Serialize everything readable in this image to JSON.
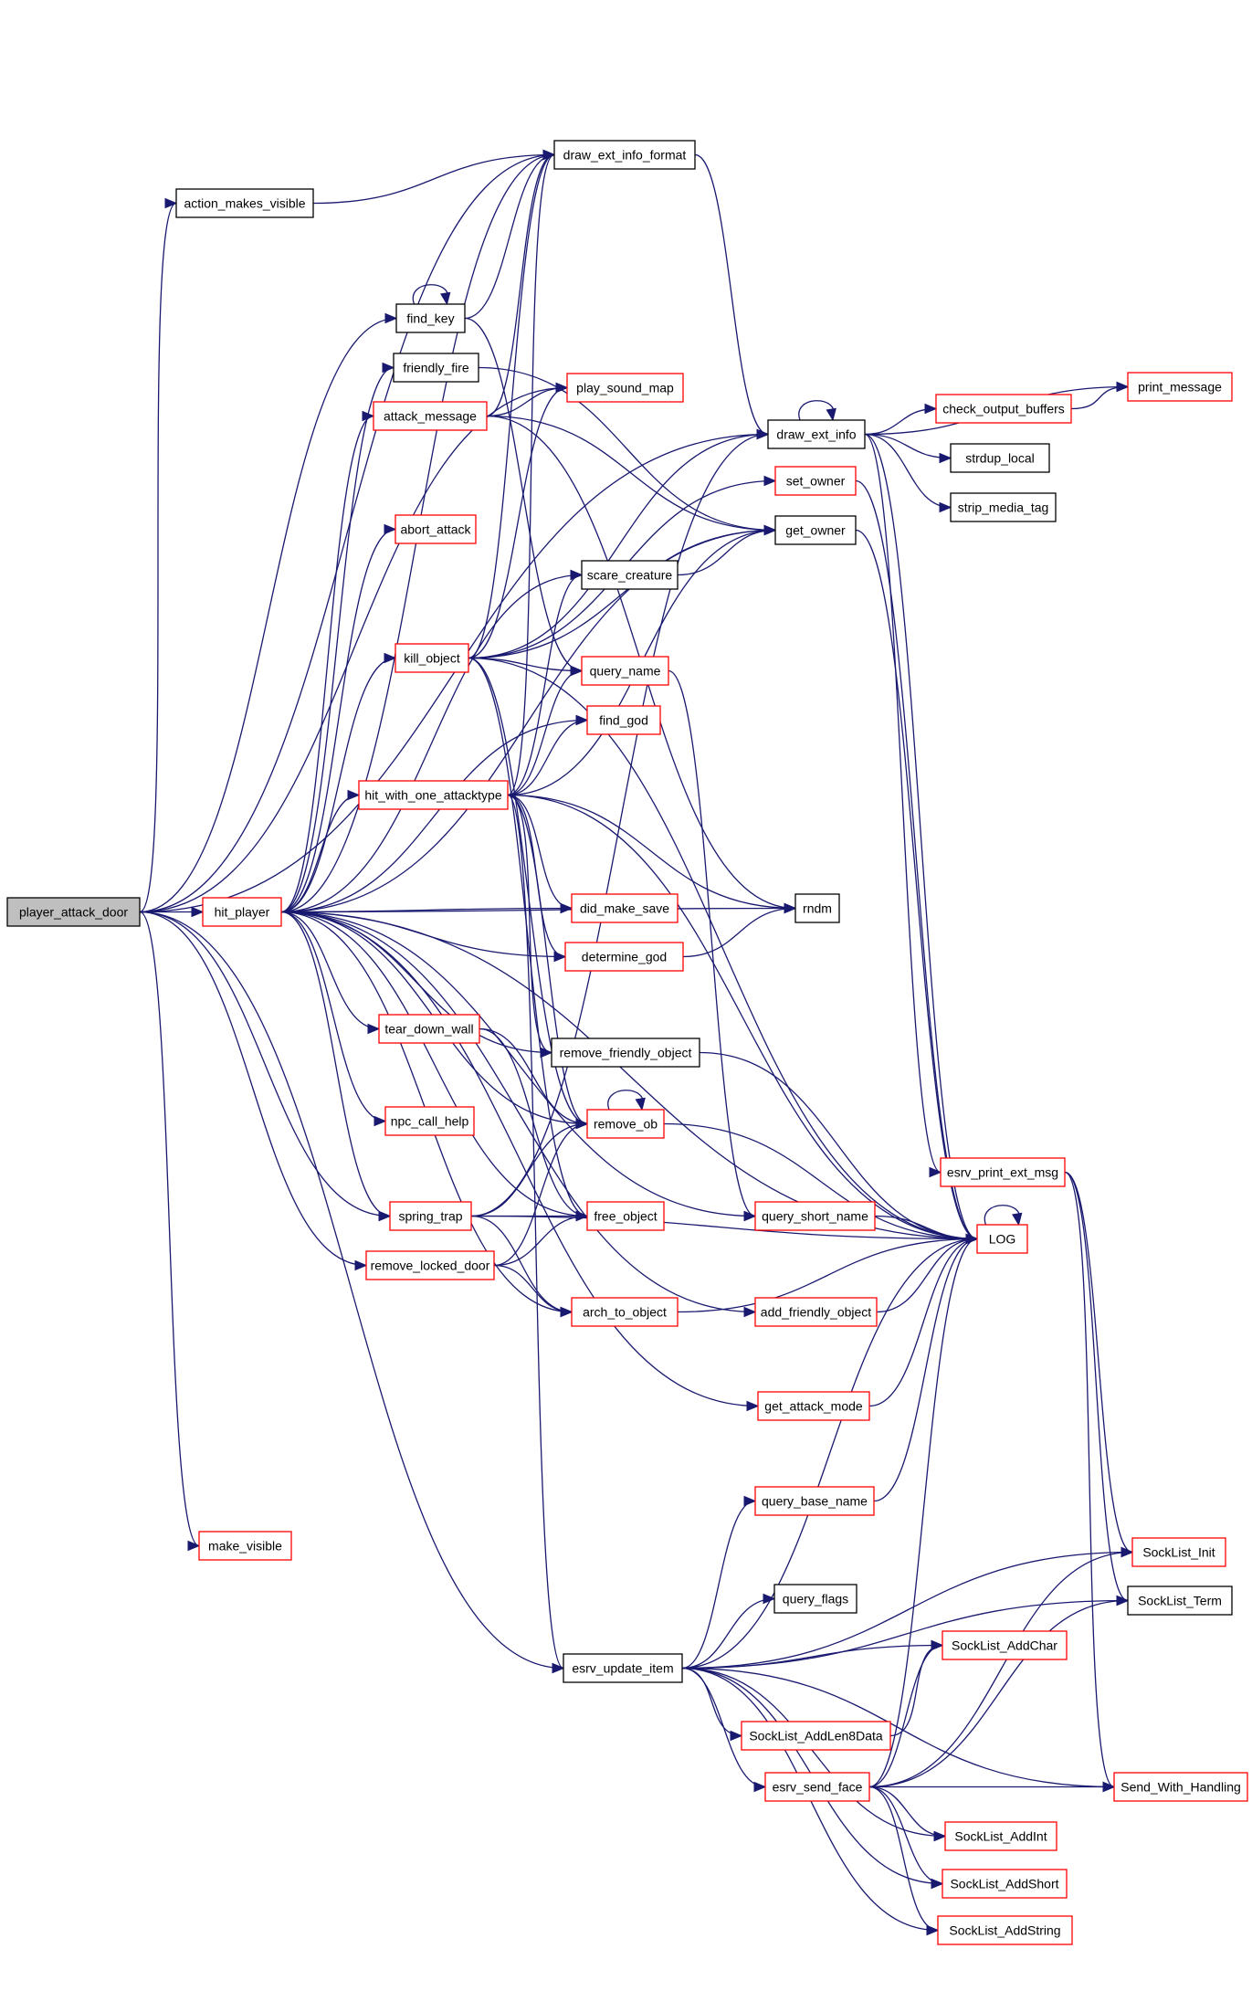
{
  "nodes": [
    {
      "id": "player_attack_door",
      "label": "player_attack_door",
      "style": "root"
    },
    {
      "id": "action_makes_visible",
      "label": "action_makes_visible",
      "style": "black"
    },
    {
      "id": "draw_ext_info_format",
      "label": "draw_ext_info_format",
      "style": "black"
    },
    {
      "id": "find_key",
      "label": "find_key",
      "style": "black"
    },
    {
      "id": "friendly_fire",
      "label": "friendly_fire",
      "style": "black"
    },
    {
      "id": "attack_message",
      "label": "attack_message",
      "style": "red"
    },
    {
      "id": "play_sound_map",
      "label": "play_sound_map",
      "style": "red"
    },
    {
      "id": "draw_ext_info",
      "label": "draw_ext_info",
      "style": "black"
    },
    {
      "id": "check_output_buffers",
      "label": "check_output_buffers",
      "style": "red"
    },
    {
      "id": "print_message",
      "label": "print_message",
      "style": "red"
    },
    {
      "id": "strdup_local",
      "label": "strdup_local",
      "style": "black"
    },
    {
      "id": "strip_media_tag",
      "label": "strip_media_tag",
      "style": "black"
    },
    {
      "id": "set_owner",
      "label": "set_owner",
      "style": "red"
    },
    {
      "id": "get_owner",
      "label": "get_owner",
      "style": "black"
    },
    {
      "id": "abort_attack",
      "label": "abort_attack",
      "style": "red"
    },
    {
      "id": "scare_creature",
      "label": "scare_creature",
      "style": "black"
    },
    {
      "id": "kill_object",
      "label": "kill_object",
      "style": "red"
    },
    {
      "id": "query_name",
      "label": "query_name",
      "style": "red"
    },
    {
      "id": "find_god",
      "label": "find_god",
      "style": "red"
    },
    {
      "id": "hit_with_one_attacktype",
      "label": "hit_with_one_attacktype",
      "style": "red"
    },
    {
      "id": "hit_player",
      "label": "hit_player",
      "style": "red"
    },
    {
      "id": "did_make_save",
      "label": "did_make_save",
      "style": "red"
    },
    {
      "id": "rndm",
      "label": "rndm",
      "style": "black"
    },
    {
      "id": "determine_god",
      "label": "determine_god",
      "style": "red"
    },
    {
      "id": "tear_down_wall",
      "label": "tear_down_wall",
      "style": "red"
    },
    {
      "id": "remove_friendly_object",
      "label": "remove_friendly_object",
      "style": "black"
    },
    {
      "id": "npc_call_help",
      "label": "npc_call_help",
      "style": "red"
    },
    {
      "id": "remove_ob",
      "label": "remove_ob",
      "style": "red"
    },
    {
      "id": "esrv_print_ext_msg",
      "label": "esrv_print_ext_msg",
      "style": "red"
    },
    {
      "id": "spring_trap",
      "label": "spring_trap",
      "style": "red"
    },
    {
      "id": "free_object",
      "label": "free_object",
      "style": "red"
    },
    {
      "id": "query_short_name",
      "label": "query_short_name",
      "style": "red"
    },
    {
      "id": "LOG",
      "label": "LOG",
      "style": "red"
    },
    {
      "id": "remove_locked_door",
      "label": "remove_locked_door",
      "style": "red"
    },
    {
      "id": "arch_to_object",
      "label": "arch_to_object",
      "style": "red"
    },
    {
      "id": "add_friendly_object",
      "label": "add_friendly_object",
      "style": "red"
    },
    {
      "id": "get_attack_mode",
      "label": "get_attack_mode",
      "style": "red"
    },
    {
      "id": "query_base_name",
      "label": "query_base_name",
      "style": "red"
    },
    {
      "id": "make_visible",
      "label": "make_visible",
      "style": "red"
    },
    {
      "id": "SockList_Init",
      "label": "SockList_Init",
      "style": "red"
    },
    {
      "id": "query_flags",
      "label": "query_flags",
      "style": "black"
    },
    {
      "id": "SockList_Term",
      "label": "SockList_Term",
      "style": "black"
    },
    {
      "id": "esrv_update_item",
      "label": "esrv_update_item",
      "style": "black"
    },
    {
      "id": "SockList_AddChar",
      "label": "SockList_AddChar",
      "style": "red"
    },
    {
      "id": "SockList_AddLen8Data",
      "label": "SockList_AddLen8Data",
      "style": "red"
    },
    {
      "id": "esrv_send_face",
      "label": "esrv_send_face",
      "style": "red"
    },
    {
      "id": "Send_With_Handling",
      "label": "Send_With_Handling",
      "style": "red"
    },
    {
      "id": "SockList_AddInt",
      "label": "SockList_AddInt",
      "style": "red"
    },
    {
      "id": "SockList_AddShort",
      "label": "SockList_AddShort",
      "style": "red"
    },
    {
      "id": "SockList_AddString",
      "label": "SockList_AddString",
      "style": "red"
    }
  ],
  "edges": [
    [
      "player_attack_door",
      "hit_player"
    ],
    [
      "player_attack_door",
      "action_makes_visible"
    ],
    [
      "player_attack_door",
      "draw_ext_info_format"
    ],
    [
      "player_attack_door",
      "draw_ext_info"
    ],
    [
      "player_attack_door",
      "find_key"
    ],
    [
      "player_attack_door",
      "play_sound_map"
    ],
    [
      "player_attack_door",
      "spring_trap"
    ],
    [
      "player_attack_door",
      "remove_locked_door"
    ],
    [
      "player_attack_door",
      "make_visible"
    ],
    [
      "player_attack_door",
      "esrv_update_item"
    ],
    [
      "action_makes_visible",
      "draw_ext_info_format"
    ],
    [
      "find_key",
      "find_key"
    ],
    [
      "find_key",
      "draw_ext_info_format"
    ],
    [
      "find_key",
      "query_name"
    ],
    [
      "draw_ext_info_format",
      "draw_ext_info"
    ],
    [
      "draw_ext_info",
      "draw_ext_info"
    ],
    [
      "draw_ext_info",
      "check_output_buffers"
    ],
    [
      "draw_ext_info",
      "print_message"
    ],
    [
      "draw_ext_info",
      "strdup_local"
    ],
    [
      "draw_ext_info",
      "strip_media_tag"
    ],
    [
      "draw_ext_info",
      "esrv_print_ext_msg"
    ],
    [
      "draw_ext_info",
      "LOG"
    ],
    [
      "check_output_buffers",
      "print_message"
    ],
    [
      "set_owner",
      "LOG"
    ],
    [
      "get_owner",
      "LOG"
    ],
    [
      "attack_message",
      "draw_ext_info_format"
    ],
    [
      "attack_message",
      "play_sound_map"
    ],
    [
      "attack_message",
      "get_owner"
    ],
    [
      "attack_message",
      "rndm"
    ],
    [
      "friendly_fire",
      "get_owner"
    ],
    [
      "scare_creature",
      "get_owner"
    ],
    [
      "kill_object",
      "draw_ext_info_format"
    ],
    [
      "kill_object",
      "draw_ext_info"
    ],
    [
      "kill_object",
      "get_owner"
    ],
    [
      "kill_object",
      "set_owner"
    ],
    [
      "kill_object",
      "query_name"
    ],
    [
      "kill_object",
      "remove_ob"
    ],
    [
      "kill_object",
      "free_object"
    ],
    [
      "kill_object",
      "LOG"
    ],
    [
      "kill_object",
      "play_sound_map"
    ],
    [
      "query_name",
      "query_short_name"
    ],
    [
      "hit_with_one_attacktype",
      "draw_ext_info_format"
    ],
    [
      "hit_with_one_attacktype",
      "scare_creature"
    ],
    [
      "hit_with_one_attacktype",
      "query_name"
    ],
    [
      "hit_with_one_attacktype",
      "find_god"
    ],
    [
      "hit_with_one_attacktype",
      "get_owner"
    ],
    [
      "hit_with_one_attacktype",
      "did_make_save"
    ],
    [
      "hit_with_one_attacktype",
      "rndm"
    ],
    [
      "hit_with_one_attacktype",
      "determine_god"
    ],
    [
      "hit_with_one_attacktype",
      "remove_friendly_object"
    ],
    [
      "hit_with_one_attacktype",
      "remove_ob"
    ],
    [
      "hit_with_one_attacktype",
      "LOG"
    ],
    [
      "hit_with_one_attacktype",
      "esrv_update_item"
    ],
    [
      "hit_player",
      "friendly_fire"
    ],
    [
      "hit_player",
      "attack_message"
    ],
    [
      "hit_player",
      "abort_attack"
    ],
    [
      "hit_player",
      "scare_creature"
    ],
    [
      "hit_player",
      "kill_object"
    ],
    [
      "hit_player",
      "find_god"
    ],
    [
      "hit_player",
      "hit_with_one_attacktype"
    ],
    [
      "hit_player",
      "did_make_save"
    ],
    [
      "hit_player",
      "determine_god"
    ],
    [
      "hit_player",
      "rndm"
    ],
    [
      "hit_player",
      "tear_down_wall"
    ],
    [
      "hit_player",
      "npc_call_help"
    ],
    [
      "hit_player",
      "remove_ob"
    ],
    [
      "hit_player",
      "spring_trap"
    ],
    [
      "hit_player",
      "free_object"
    ],
    [
      "hit_player",
      "remove_friendly_object"
    ],
    [
      "hit_player",
      "arch_to_object"
    ],
    [
      "hit_player",
      "add_friendly_object"
    ],
    [
      "hit_player",
      "get_attack_mode"
    ],
    [
      "hit_player",
      "query_short_name"
    ],
    [
      "hit_player",
      "LOG"
    ],
    [
      "hit_player",
      "draw_ext_info_format"
    ],
    [
      "hit_player",
      "get_owner"
    ],
    [
      "determine_god",
      "rndm"
    ],
    [
      "tear_down_wall",
      "remove_ob"
    ],
    [
      "tear_down_wall",
      "free_object"
    ],
    [
      "remove_friendly_object",
      "LOG"
    ],
    [
      "remove_ob",
      "remove_ob"
    ],
    [
      "remove_ob",
      "LOG"
    ],
    [
      "spring_trap",
      "remove_ob"
    ],
    [
      "spring_trap",
      "free_object"
    ],
    [
      "spring_trap",
      "draw_ext_info"
    ],
    [
      "spring_trap",
      "arch_to_object"
    ],
    [
      "spring_trap",
      "LOG"
    ],
    [
      "remove_locked_door",
      "remove_ob"
    ],
    [
      "remove_locked_door",
      "free_object"
    ],
    [
      "remove_locked_door",
      "arch_to_object"
    ],
    [
      "query_short_name",
      "LOG"
    ],
    [
      "arch_to_object",
      "LOG"
    ],
    [
      "add_friendly_object",
      "LOG"
    ],
    [
      "get_attack_mode",
      "LOG"
    ],
    [
      "query_base_name",
      "LOG"
    ],
    [
      "LOG",
      "LOG"
    ],
    [
      "esrv_print_ext_msg",
      "SockList_Init"
    ],
    [
      "esrv_print_ext_msg",
      "SockList_Term"
    ],
    [
      "esrv_print_ext_msg",
      "Send_With_Handling"
    ],
    [
      "esrv_update_item",
      "query_base_name"
    ],
    [
      "esrv_update_item",
      "LOG"
    ],
    [
      "esrv_update_item",
      "SockList_Init"
    ],
    [
      "esrv_update_item",
      "query_flags"
    ],
    [
      "esrv_update_item",
      "SockList_Term"
    ],
    [
      "esrv_update_item",
      "SockList_AddChar"
    ],
    [
      "esrv_update_item",
      "SockList_AddLen8Data"
    ],
    [
      "esrv_update_item",
      "esrv_send_face"
    ],
    [
      "esrv_update_item",
      "SockList_AddInt"
    ],
    [
      "esrv_update_item",
      "SockList_AddShort"
    ],
    [
      "esrv_update_item",
      "SockList_AddString"
    ],
    [
      "esrv_update_item",
      "Send_With_Handling"
    ],
    [
      "SockList_AddLen8Data",
      "SockList_AddChar"
    ],
    [
      "esrv_send_face",
      "LOG"
    ],
    [
      "esrv_send_face",
      "SockList_Init"
    ],
    [
      "esrv_send_face",
      "SockList_Term"
    ],
    [
      "esrv_send_face",
      "SockList_AddChar"
    ],
    [
      "esrv_send_face",
      "Send_With_Handling"
    ],
    [
      "esrv_send_face",
      "SockList_AddInt"
    ],
    [
      "esrv_send_face",
      "SockList_AddShort"
    ],
    [
      "esrv_send_face",
      "SockList_AddString"
    ]
  ]
}
